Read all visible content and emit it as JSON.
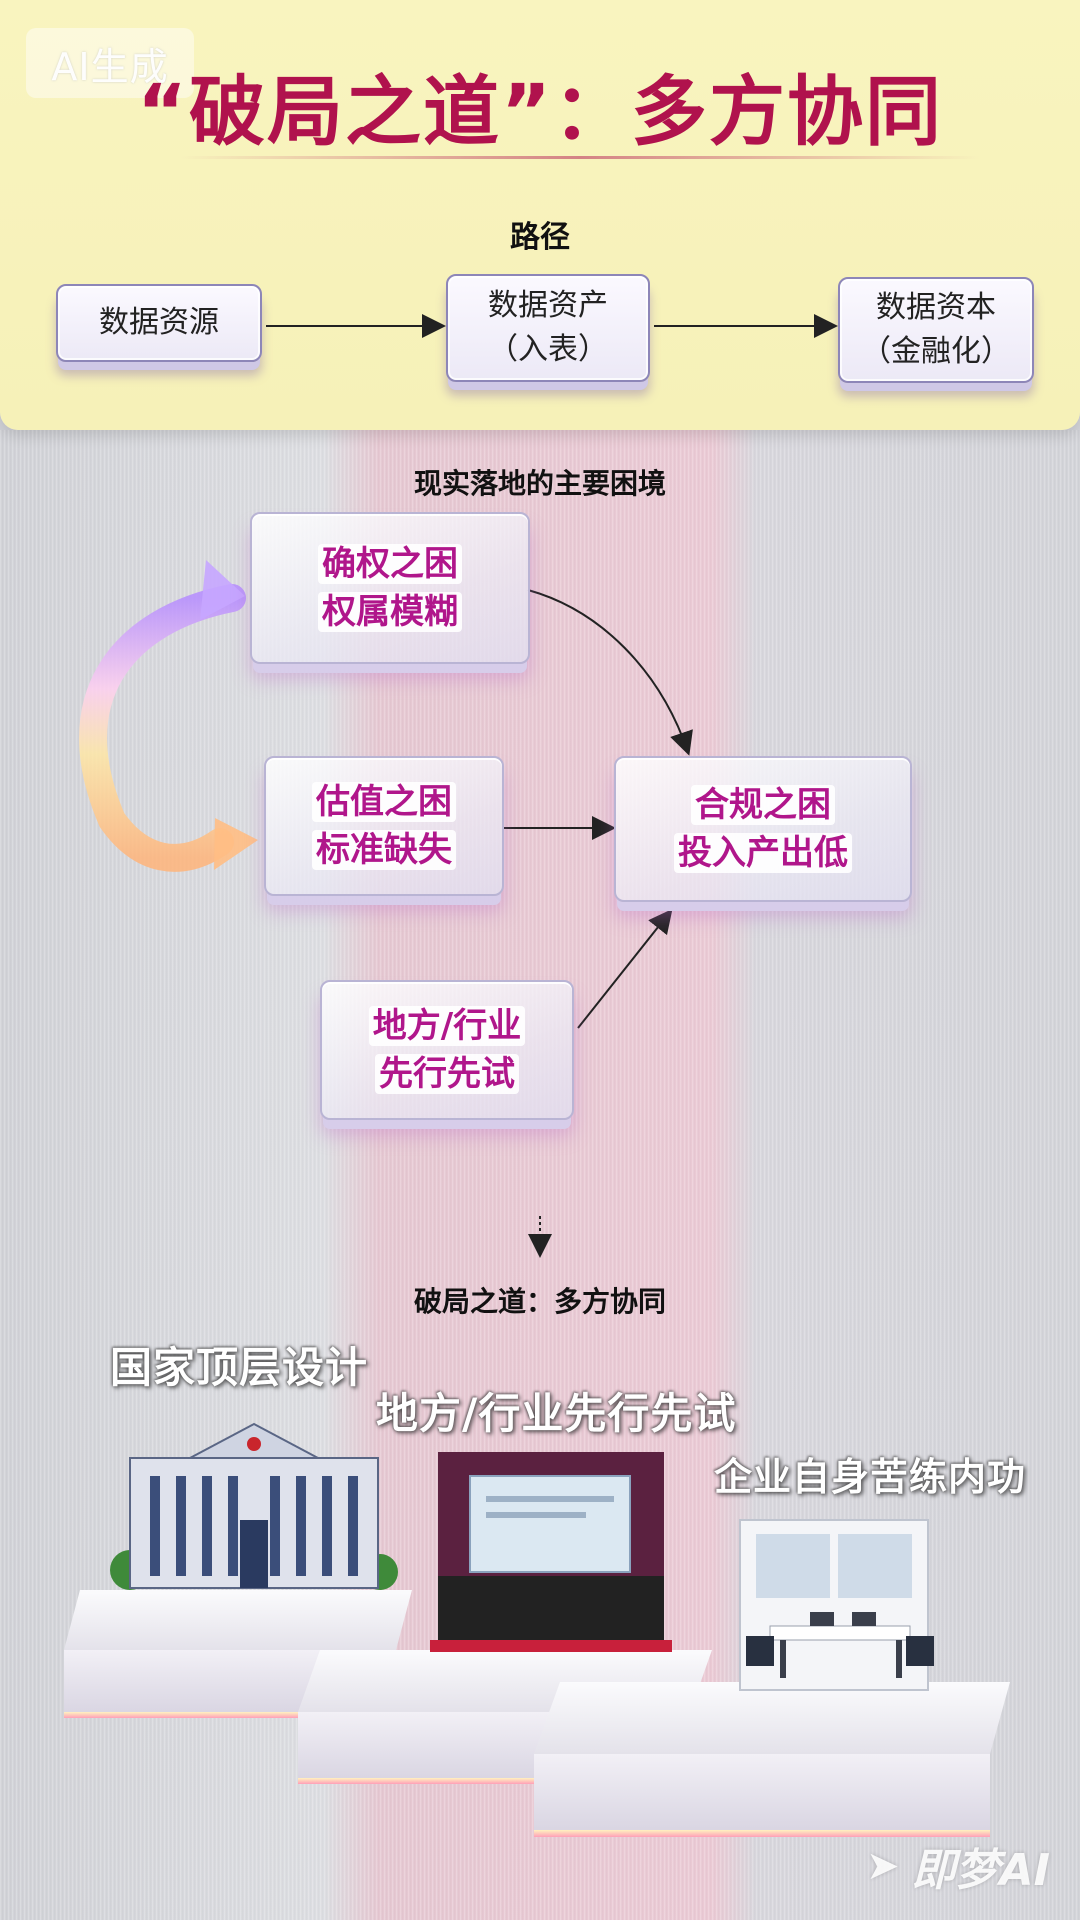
{
  "header": {
    "ai_badge": "AI生成",
    "title": "“破局之道”：多方协同"
  },
  "path": {
    "label": "路径",
    "steps": [
      {
        "line1": "数据资源",
        "line2": ""
      },
      {
        "line1": "数据资产",
        "line2": "（入表）"
      },
      {
        "line1": "数据资本",
        "line2": "（金融化）"
      }
    ]
  },
  "dilemmas": {
    "label": "现实落地的主要困境",
    "boxes": [
      {
        "line1": "确权之困",
        "line2": "权属模糊"
      },
      {
        "line1": "估值之困",
        "line2": "标准缺失"
      },
      {
        "line1": "合规之困",
        "line2": "投入产出低"
      },
      {
        "line1": "地方/行业",
        "line2": "先行先试"
      }
    ]
  },
  "solution": {
    "label": "破局之道：多方协同",
    "tiers": [
      {
        "label": "国家顶层设计"
      },
      {
        "label": "地方/行业先行先试"
      },
      {
        "label": "企业自身苦练内功"
      }
    ]
  },
  "watermark": "即梦AI",
  "colors": {
    "title": "#b0124d",
    "dilemma_text": "#b0168b",
    "top_panel": "#f8f3bc",
    "stage_glow": "#ff9fb8"
  }
}
